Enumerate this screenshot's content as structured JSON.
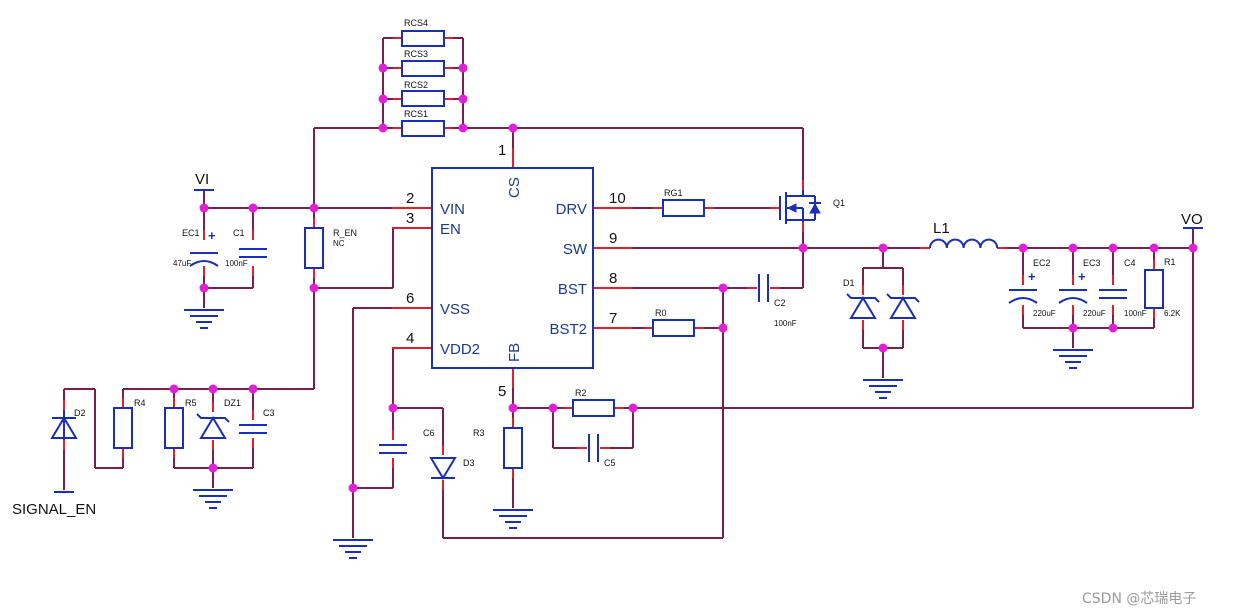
{
  "nets": {
    "vi": "VI",
    "vo": "VO",
    "signal_en": "SIGNAL_EN"
  },
  "ic": {
    "pins": [
      {
        "num": "2",
        "name": "VIN"
      },
      {
        "num": "3",
        "name": "EN"
      },
      {
        "num": "6",
        "name": "VSS"
      },
      {
        "num": "4",
        "name": "VDD2"
      },
      {
        "num": "10",
        "name": "DRV"
      },
      {
        "num": "9",
        "name": "SW"
      },
      {
        "num": "8",
        "name": "BST"
      },
      {
        "num": "7",
        "name": "BST2"
      },
      {
        "num": "1",
        "name": "CS"
      },
      {
        "num": "5",
        "name": "FB"
      }
    ]
  },
  "components": {
    "rcs4": {
      "ref": "RCS4"
    },
    "rcs3": {
      "ref": "RCS3"
    },
    "rcs2": {
      "ref": "RCS2"
    },
    "rcs1": {
      "ref": "RCS1"
    },
    "ec1": {
      "ref": "EC1",
      "value": "47uF"
    },
    "c1": {
      "ref": "C1",
      "value": "100nF"
    },
    "r_en": {
      "ref": "R_EN",
      "value": "NC"
    },
    "rg1": {
      "ref": "RG1"
    },
    "q1": {
      "ref": "Q1"
    },
    "c2": {
      "ref": "C2",
      "value": "100nF"
    },
    "r0": {
      "ref": "R0"
    },
    "l1": {
      "ref": "L1"
    },
    "d1": {
      "ref": "D1"
    },
    "ec2": {
      "ref": "EC2",
      "value": "220uF"
    },
    "ec3": {
      "ref": "EC3",
      "value": "220uF"
    },
    "c4": {
      "ref": "C4",
      "value": "100nF"
    },
    "r1": {
      "ref": "R1",
      "value": "6.2K"
    },
    "d2": {
      "ref": "D2"
    },
    "r4": {
      "ref": "R4"
    },
    "r5": {
      "ref": "R5"
    },
    "dz1": {
      "ref": "DZ1"
    },
    "c3": {
      "ref": "C3"
    },
    "c6": {
      "ref": "C6"
    },
    "r3": {
      "ref": "R3"
    },
    "d3": {
      "ref": "D3"
    },
    "r2": {
      "ref": "R2"
    },
    "c5": {
      "ref": "C5"
    }
  },
  "watermark": "CSDN @芯瑞电子"
}
